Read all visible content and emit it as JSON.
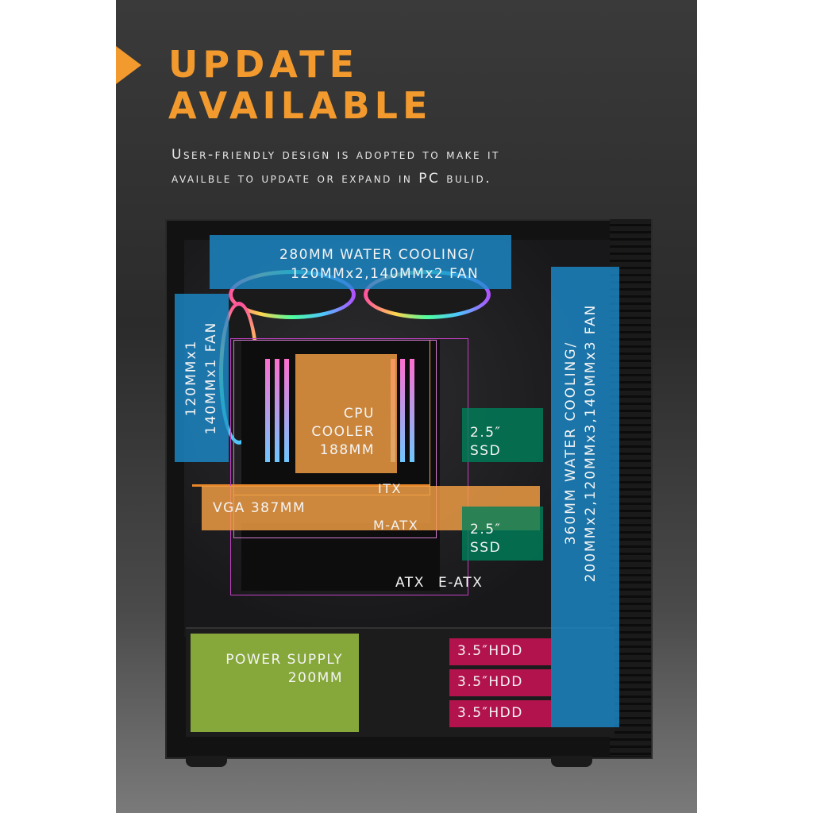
{
  "headline": {
    "line1": "UPDATE",
    "line2": "AVAILABLE"
  },
  "description": {
    "line1": "User-friendly design is adopted to make it",
    "line2": "availble to update or expand in PC bulid."
  },
  "labels": {
    "top_radiator": {
      "line1": "280MM WATER COOLING/",
      "line2": "120MMx2,140MMx2 FAN"
    },
    "rear_fan": {
      "line1": "120MMx1",
      "line2": "140MMx1 FAN"
    },
    "front_radiator": {
      "line1": "360MM WATER COOLING/",
      "line2": "200MMx2,120MMx3,140MMx3 FAN"
    },
    "cpu_cooler": {
      "line1": "CPU",
      "line2": "COOLER",
      "line3": "188MM"
    },
    "vga": "VGA 387MM",
    "ssd_1": {
      "line1": "2.5″",
      "line2": "SSD"
    },
    "ssd_2": {
      "line1": "2.5″",
      "line2": "SSD"
    },
    "board_itx": "ITX",
    "board_matx": "M-ATX",
    "board_atx": "ATX",
    "board_eatx": "E-ATX",
    "psu": {
      "line1": "POWER SUPPLY",
      "line2": "200MM"
    },
    "hdd_1": "3.5″HDD",
    "hdd_2": "3.5″HDD",
    "hdd_3": "3.5″HDD"
  },
  "colors": {
    "accent_orange": "#f29a2e",
    "overlay_blue": "#1c8ed1",
    "ssd_green": "#00805a",
    "psu_green": "#86a83a",
    "hdd_crimson": "#b3134d",
    "board_outline": "#c040c0"
  }
}
